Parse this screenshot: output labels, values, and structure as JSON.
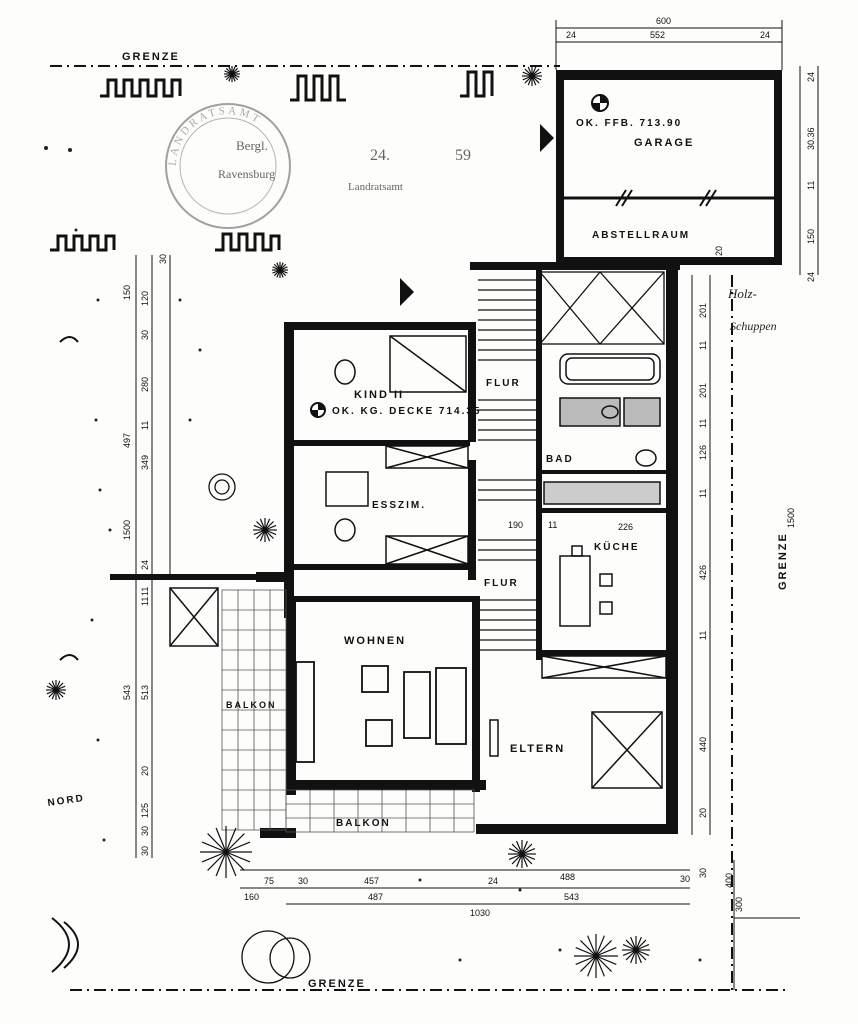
{
  "labels": {
    "grenze": "GRENZE",
    "garage_ffb": "OK. FFB. 713.90",
    "garage": "GARAGE",
    "abstellraum": "ABSTELLRAUM",
    "holzschuppen_1": "Holz-",
    "holzschuppen_2": "Schuppen",
    "kind": "KIND II",
    "kg_decke": "OK. KG. DECKE 714.35",
    "flur1": "FLUR",
    "bad": "BAD",
    "esszim": "ESSZIM.",
    "kueche": "KÜCHE",
    "flur2": "FLUR",
    "wohnen": "WOHNEN",
    "balkon1": "BALKON",
    "eltern": "ELTERN",
    "nord": "NORD",
    "balkon2": "BALKON",
    "grenze_right": "GRENZE",
    "grenze_bottom": "GRENZE"
  },
  "stamp": {
    "ring": "LANDRATSAMT",
    "line1": "Bergl.",
    "line2": "Ravensburg",
    "date": "24.",
    "year": "59",
    "right": "Landratsamt"
  },
  "dims_top": [
    "600",
    "24",
    "552",
    "24"
  ],
  "dims_right": [
    "24",
    "30.36",
    "11",
    "150",
    "20",
    "24",
    "201",
    "11",
    "201",
    "11",
    "126",
    "11",
    "1500",
    "426",
    "11",
    "440",
    "20",
    "30",
    "400",
    "300"
  ],
  "dims_left": [
    "30",
    "120",
    "150",
    "30",
    "280",
    "11",
    "497",
    "349",
    "1500",
    "24",
    "11",
    "11",
    "513",
    "543",
    "20",
    "125",
    "30",
    "30"
  ],
  "dims_bottom": [
    "75",
    "30",
    "457",
    "24",
    "488",
    "30",
    "160",
    "487",
    "543",
    "1030"
  ],
  "dims_inner": [
    "190",
    "11",
    "226"
  ],
  "icons": [
    "level-marker-icon",
    "entry-arrow-icon",
    "tree-icon",
    "shrub-icon",
    "bush-icon"
  ]
}
